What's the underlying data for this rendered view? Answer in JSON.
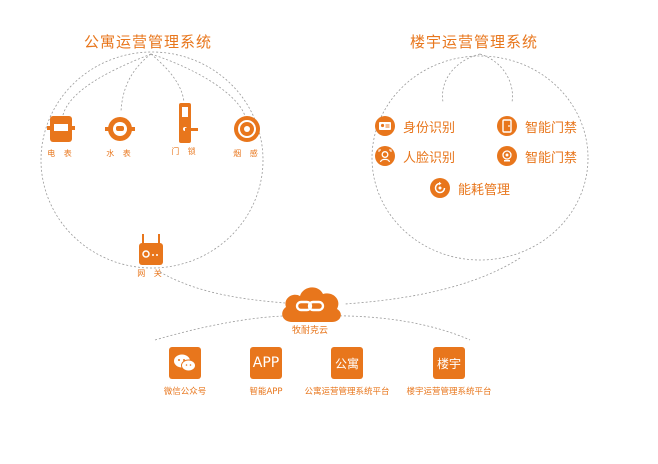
{
  "colors": {
    "accent": "#e8761c",
    "line": "#9a9a9a"
  },
  "apartment": {
    "title": "公寓运营管理系统",
    "devices": [
      {
        "label": "电 表",
        "icon": "electric-meter-icon"
      },
      {
        "label": "水 表",
        "icon": "water-meter-icon"
      },
      {
        "label": "门 锁",
        "icon": "door-lock-icon"
      },
      {
        "label": "烟 感",
        "icon": "smoke-sensor-icon"
      }
    ],
    "gateway": {
      "label": "网 关",
      "icon": "gateway-icon"
    }
  },
  "building": {
    "title": "楼宇运营管理系统",
    "features": [
      {
        "label": "身份识别",
        "icon": "id-card-icon"
      },
      {
        "label": "智能门禁",
        "icon": "smart-door-icon"
      },
      {
        "label": "人脸识别",
        "icon": "face-recognition-icon"
      },
      {
        "label": "智能门禁",
        "icon": "camera-access-icon"
      },
      {
        "label": "能耗管理",
        "icon": "energy-refresh-icon"
      }
    ]
  },
  "cloud": {
    "label": "牧耐克云",
    "icon": "cloud-link-icon"
  },
  "apps": [
    {
      "label": "微信公众号",
      "icon_text": "",
      "icon": "wechat-icon"
    },
    {
      "label": "智能APP",
      "icon_text": "APP",
      "icon": "app-icon"
    },
    {
      "label": "公寓运营管理系统平台",
      "icon_text": "公寓",
      "icon": "apartment-platform-icon"
    },
    {
      "label": "楼宇运营管理系统平台",
      "icon_text": "楼宇",
      "icon": "building-platform-icon"
    }
  ]
}
